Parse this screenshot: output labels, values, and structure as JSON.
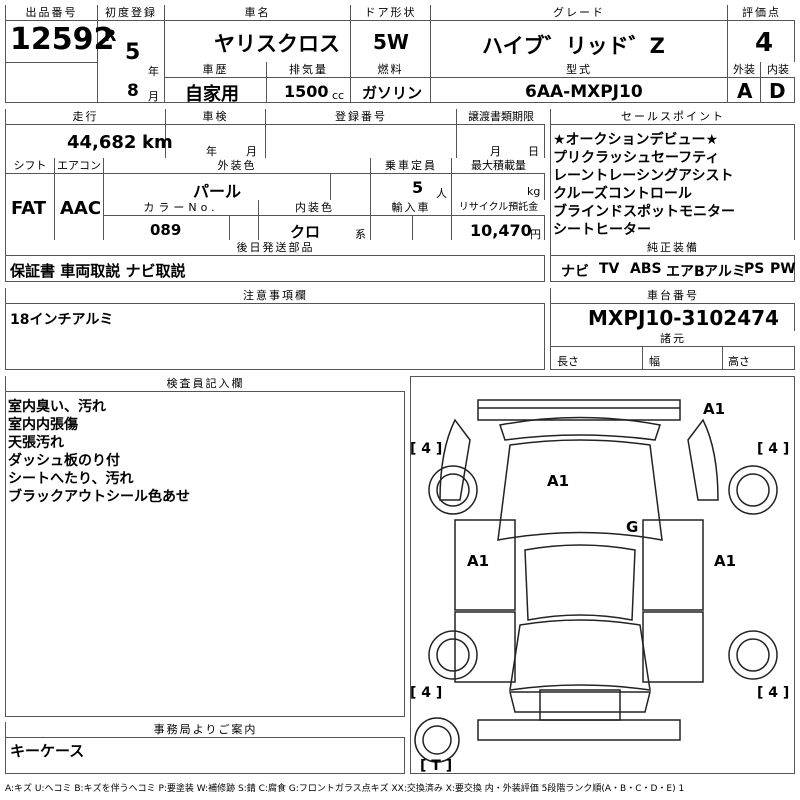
{
  "header": {
    "lot_label": "出品番号",
    "lot": "12592",
    "first_reg_label": "初度登録",
    "era": "R",
    "reg_year": "5",
    "year_unit": "年",
    "reg_month": "8",
    "month_unit": "月",
    "car_name_label": "車名",
    "car_name": "ヤリスクロス",
    "door_label": "ドア形状",
    "door": "5W",
    "grade_label": "グレード",
    "grade": "ハイブ゛リッド゛Z",
    "score_label": "評価点",
    "score": "4",
    "history_label": "車歴",
    "history": "自家用",
    "disp_label": "排気量",
    "disp": "1500",
    "disp_unit": "cc",
    "fuel_label": "燃料",
    "fuel": "ガソリン",
    "model_label": "型式",
    "model": "6AA-MXPJ10",
    "ext_label": "外装",
    "ext": "A",
    "int_label": "内装",
    "int": "D"
  },
  "row2": {
    "mileage_label": "走行",
    "mileage": "44,682",
    "mileage_unit": "km",
    "inspect_label": "車検",
    "inspect_year": "年",
    "inspect_month": "月",
    "reg_no_label": "登録番号",
    "transfer_label": "譲渡書類期限",
    "transfer_month": "月",
    "transfer_day": "日",
    "shift_label": "シフト",
    "shift": "FAT",
    "ac_label": "エアコン",
    "ac": "AAC",
    "color_label": "外装色",
    "color": "パール",
    "capacity_label": "乗車定員",
    "capacity": "5",
    "capacity_unit": "人",
    "max_load_label": "最大積載量",
    "max_load_unit": "kg",
    "color_no_label": "カラーNo.",
    "color_no": "089",
    "int_color_label": "内装色",
    "int_color": "クロ",
    "int_color_unit": "系",
    "import_label": "輸入車",
    "recycle_label": "リサイクル預託金",
    "recycle": "10,470",
    "recycle_unit": "円",
    "later_label": "後日発送部品",
    "later": "保証書 車両取説 ナビ取説"
  },
  "sales": {
    "label": "セールスポイント",
    "items": [
      "★オークションデビュー★",
      "プリクラッシュセーフティ",
      "レーントレーシングアシスト",
      "クルーズコントロール",
      "ブラインドスポットモニター",
      "シートヒーター"
    ]
  },
  "equip": {
    "label": "純正装備",
    "items": [
      "ナビ",
      "TV",
      "ABS",
      "エアB",
      "アルミ",
      "PS",
      "PW"
    ]
  },
  "notes": {
    "label": "注意事項欄",
    "text": "18インチアルミ"
  },
  "chassis": {
    "label": "車台番号",
    "value": "MXPJ10-3102474",
    "dims_label": "諸元",
    "length_label": "長さ",
    "width_label": "幅",
    "height_label": "高さ"
  },
  "inspector": {
    "label": "検査員記入欄",
    "lines": [
      "室内臭い、汚れ",
      "室内内張傷",
      "天張汚れ",
      "ダッシュ板のり付",
      "シートへたり、汚れ",
      "ブラックアウトシール色あせ"
    ]
  },
  "diagram": {
    "marks": [
      "A1",
      "A1",
      "G",
      "A1",
      "A1"
    ],
    "tires": [
      "[ 4 ]",
      "[ 4 ]",
      "[ 4 ]",
      "[ 4 ]"
    ],
    "spare": "[ T ]"
  },
  "office": {
    "label": "事務局よりご案内",
    "text": "キーケース"
  },
  "legend": "A:キズ U:ヘコミ B:キズを伴うヘコミ P:要塗装 W:補修跡 S:錆 C:腐食 G:フロントガラス点キズ XX:交換済み X:要交換 内・外装評価 5段階ランク順(A・B・C・D・E) 1"
}
